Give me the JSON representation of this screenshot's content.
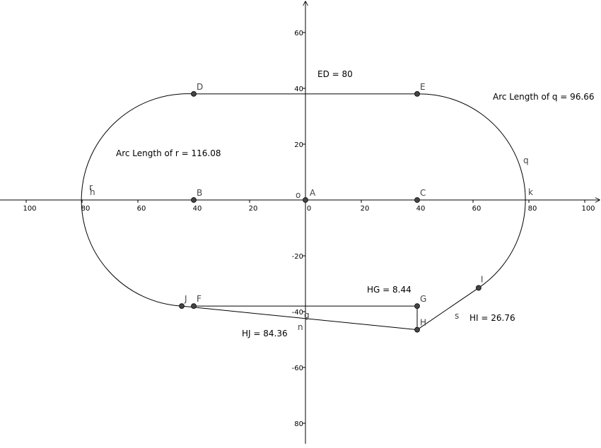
{
  "chart_data": {
    "type": "geometry",
    "x_ticks": [
      {
        "value": -100,
        "label": "100"
      },
      {
        "value": -80,
        "label": "80"
      },
      {
        "value": -60,
        "label": "60"
      },
      {
        "value": -40,
        "label": "40"
      },
      {
        "value": -20,
        "label": "20"
      },
      {
        "value": 0,
        "label": "0"
      },
      {
        "value": 20,
        "label": "20"
      },
      {
        "value": 40,
        "label": "40"
      },
      {
        "value": 60,
        "label": "60"
      },
      {
        "value": 80,
        "label": "80"
      },
      {
        "value": 100,
        "label": "100"
      }
    ],
    "y_ticks": [
      {
        "value": 60,
        "label": "60"
      },
      {
        "value": 40,
        "label": "40"
      },
      {
        "value": 20,
        "label": "20"
      },
      {
        "value": -20,
        "label": "-20"
      },
      {
        "value": -40,
        "label": "-40"
      },
      {
        "value": -60,
        "label": "-60"
      },
      {
        "value": -80,
        "label": "80"
      }
    ],
    "points": [
      {
        "name": "A",
        "x": 0,
        "y": 0
      },
      {
        "name": "B",
        "x": -40,
        "y": 0
      },
      {
        "name": "C",
        "x": 40,
        "y": 0
      },
      {
        "name": "D",
        "x": -40,
        "y": 38
      },
      {
        "name": "E",
        "x": 40,
        "y": 38
      },
      {
        "name": "F",
        "x": -40,
        "y": -38
      },
      {
        "name": "G",
        "x": 40,
        "y": -38
      },
      {
        "name": "H",
        "x": 40,
        "y": -46.5
      },
      {
        "name": "I",
        "x": 62,
        "y": -31.5
      },
      {
        "name": "J",
        "x": -44.3,
        "y": -38
      }
    ],
    "object_labels": [
      "o",
      "h",
      "k",
      "q",
      "r",
      "g",
      "n",
      "s"
    ],
    "measurements": [
      "ED = 80",
      "Arc Length of q = 96.66",
      "Arc Length of r = 116.08",
      "HG = 8.44",
      "HI = 26.76",
      "HJ = 84.36"
    ]
  }
}
